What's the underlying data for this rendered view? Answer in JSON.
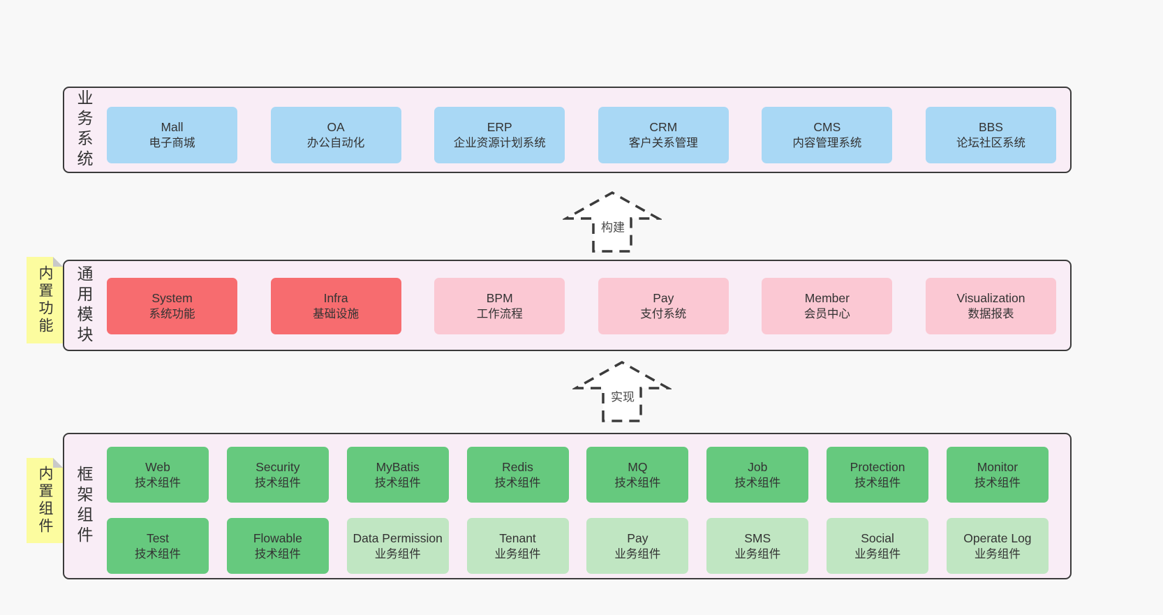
{
  "layers": [
    {
      "id": "business-systems",
      "label": "业务系统",
      "boxes": [
        {
          "title": "Mall",
          "subtitle": "电子商城",
          "color": "blue"
        },
        {
          "title": "OA",
          "subtitle": "办公自动化",
          "color": "blue"
        },
        {
          "title": "ERP",
          "subtitle": "企业资源计划系统",
          "color": "blue"
        },
        {
          "title": "CRM",
          "subtitle": "客户关系管理",
          "color": "blue"
        },
        {
          "title": "CMS",
          "subtitle": "内容管理系统",
          "color": "blue"
        },
        {
          "title": "BBS",
          "subtitle": "论坛社区系统",
          "color": "blue"
        }
      ]
    },
    {
      "id": "common-modules",
      "label": "通用模块",
      "sticky": "内置功能",
      "boxes": [
        {
          "title": "System",
          "subtitle": "系统功能",
          "color": "red"
        },
        {
          "title": "Infra",
          "subtitle": "基础设施",
          "color": "red"
        },
        {
          "title": "BPM",
          "subtitle": "工作流程",
          "color": "pink"
        },
        {
          "title": "Pay",
          "subtitle": "支付系统",
          "color": "pink"
        },
        {
          "title": "Member",
          "subtitle": "会员中心",
          "color": "pink"
        },
        {
          "title": "Visualization",
          "subtitle": "数据报表",
          "color": "pink"
        }
      ]
    },
    {
      "id": "framework-components",
      "label": "框架组件",
      "sticky": "内置组件",
      "rows": [
        [
          {
            "title": "Web",
            "subtitle": "技术组件",
            "color": "green"
          },
          {
            "title": "Security",
            "subtitle": "技术组件",
            "color": "green"
          },
          {
            "title": "MyBatis",
            "subtitle": "技术组件",
            "color": "green"
          },
          {
            "title": "Redis",
            "subtitle": "技术组件",
            "color": "green"
          },
          {
            "title": "MQ",
            "subtitle": "技术组件",
            "color": "green"
          },
          {
            "title": "Job",
            "subtitle": "技术组件",
            "color": "green"
          },
          {
            "title": "Protection",
            "subtitle": "技术组件",
            "color": "green"
          },
          {
            "title": "Monitor",
            "subtitle": "技术组件",
            "color": "green"
          }
        ],
        [
          {
            "title": "Test",
            "subtitle": "技术组件",
            "color": "green"
          },
          {
            "title": "Flowable",
            "subtitle": "技术组件",
            "color": "green"
          },
          {
            "title": "Data Permission",
            "subtitle": "业务组件",
            "color": "lightgreen"
          },
          {
            "title": "Tenant",
            "subtitle": "业务组件",
            "color": "lightgreen"
          },
          {
            "title": "Pay",
            "subtitle": "业务组件",
            "color": "lightgreen"
          },
          {
            "title": "SMS",
            "subtitle": "业务组件",
            "color": "lightgreen"
          },
          {
            "title": "Social",
            "subtitle": "业务组件",
            "color": "lightgreen"
          },
          {
            "title": "Operate Log",
            "subtitle": "业务组件",
            "color": "lightgreen"
          }
        ]
      ]
    }
  ],
  "arrows": [
    {
      "label": "构建"
    },
    {
      "label": "实现"
    }
  ],
  "colors": {
    "page_background": "#f8f8f8",
    "layer_background": "#f9edf6",
    "layer_border": "#3b3b3b",
    "blue": "#a9d8f5",
    "red": "#f76c6f",
    "pink": "#fbc8d3",
    "green": "#66c97e",
    "lightgreen": "#c0e6c2",
    "sticky_yellow": "#fcfc9f",
    "text": "#333333"
  }
}
